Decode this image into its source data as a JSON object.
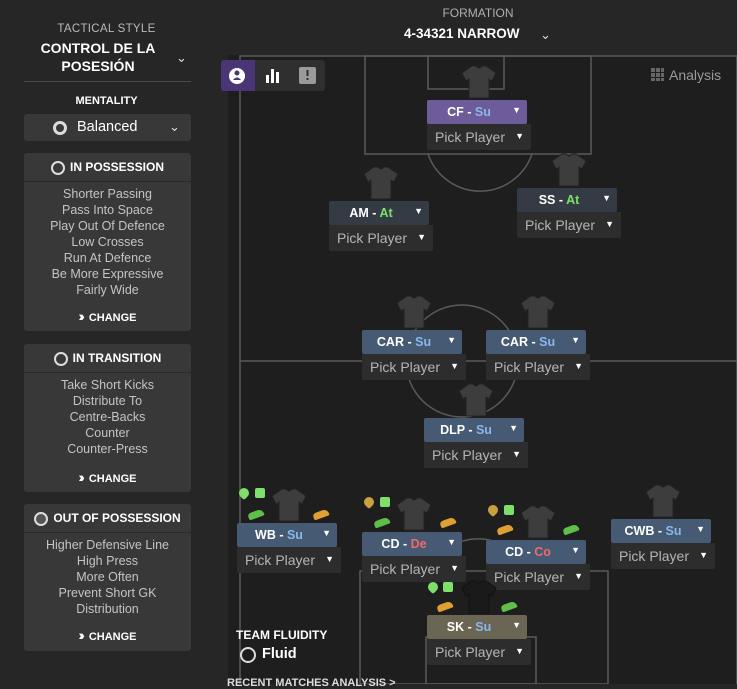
{
  "tactical_style": {
    "label": "TACTICAL STYLE",
    "value": "CONTROL DE LA POSESIÓN"
  },
  "mentality": {
    "label": "MENTALITY",
    "value": "Balanced"
  },
  "panels": [
    {
      "title": "IN POSSESSION",
      "icon": "ball-icon",
      "items": [
        "Shorter Passing",
        "Pass Into Space",
        "Play Out Of Defence",
        "Low Crosses",
        "Run At Defence",
        "Be More Expressive",
        "Fairly Wide"
      ],
      "change": "CHANGE"
    },
    {
      "title": "IN TRANSITION",
      "icon": "transition-icon",
      "items": [
        "Take Short Kicks",
        "Distribute To",
        "Centre-Backs",
        "Counter",
        "Counter-Press"
      ],
      "change": "CHANGE"
    },
    {
      "title": "OUT OF POSSESSION",
      "icon": "shield-icon",
      "items": [
        "Higher Defensive Line",
        "High Press",
        "More Often",
        "Prevent Short GK",
        "Distribution"
      ],
      "change": "CHANGE"
    }
  ],
  "formation": {
    "label": "FORMATION",
    "value": "4-34321 NARROW"
  },
  "view_tabs": [
    "player-view-icon",
    "stats-view-icon",
    "info-view-icon"
  ],
  "analysis_label": "Analysis",
  "pick_player": "Pick Player",
  "positions": [
    {
      "id": "cf",
      "role": "CF",
      "duty": "Su",
      "duty_class": "duty-su",
      "style": "cf"
    },
    {
      "id": "am",
      "role": "AM",
      "duty": "At",
      "duty_class": "duty-at",
      "style": "dark"
    },
    {
      "id": "ss",
      "role": "SS",
      "duty": "At",
      "duty_class": "duty-at",
      "style": "dark"
    },
    {
      "id": "car-l",
      "role": "CAR",
      "duty": "Su",
      "duty_class": "duty-su",
      "style": "blue"
    },
    {
      "id": "car-r",
      "role": "CAR",
      "duty": "Su",
      "duty_class": "duty-su",
      "style": "blue"
    },
    {
      "id": "dlp",
      "role": "DLP",
      "duty": "Su",
      "duty_class": "duty-su",
      "style": "blue"
    },
    {
      "id": "wb",
      "role": "WB",
      "duty": "Su",
      "duty_class": "duty-su",
      "style": "blue"
    },
    {
      "id": "cd-l",
      "role": "CD",
      "duty": "De",
      "duty_class": "duty-de",
      "style": "blue"
    },
    {
      "id": "cd-r",
      "role": "CD",
      "duty": "Co",
      "duty_class": "duty-co",
      "style": "blue"
    },
    {
      "id": "cwb",
      "role": "CWB",
      "duty": "Su",
      "duty_class": "duty-su",
      "style": "blue"
    },
    {
      "id": "sk",
      "role": "SK",
      "duty": "Su",
      "duty_class": "duty-su",
      "style": "sk"
    }
  ],
  "team_fluidity": {
    "label": "TEAM FLUIDITY",
    "value": "Fluid"
  },
  "recent_matches": "RECENT MATCHES ANALYSIS >",
  "colors": {
    "accent": "#4a3576",
    "role_blue": "#465a73",
    "cf_purple": "#6d5c9a",
    "keeper": "#6b6553"
  }
}
